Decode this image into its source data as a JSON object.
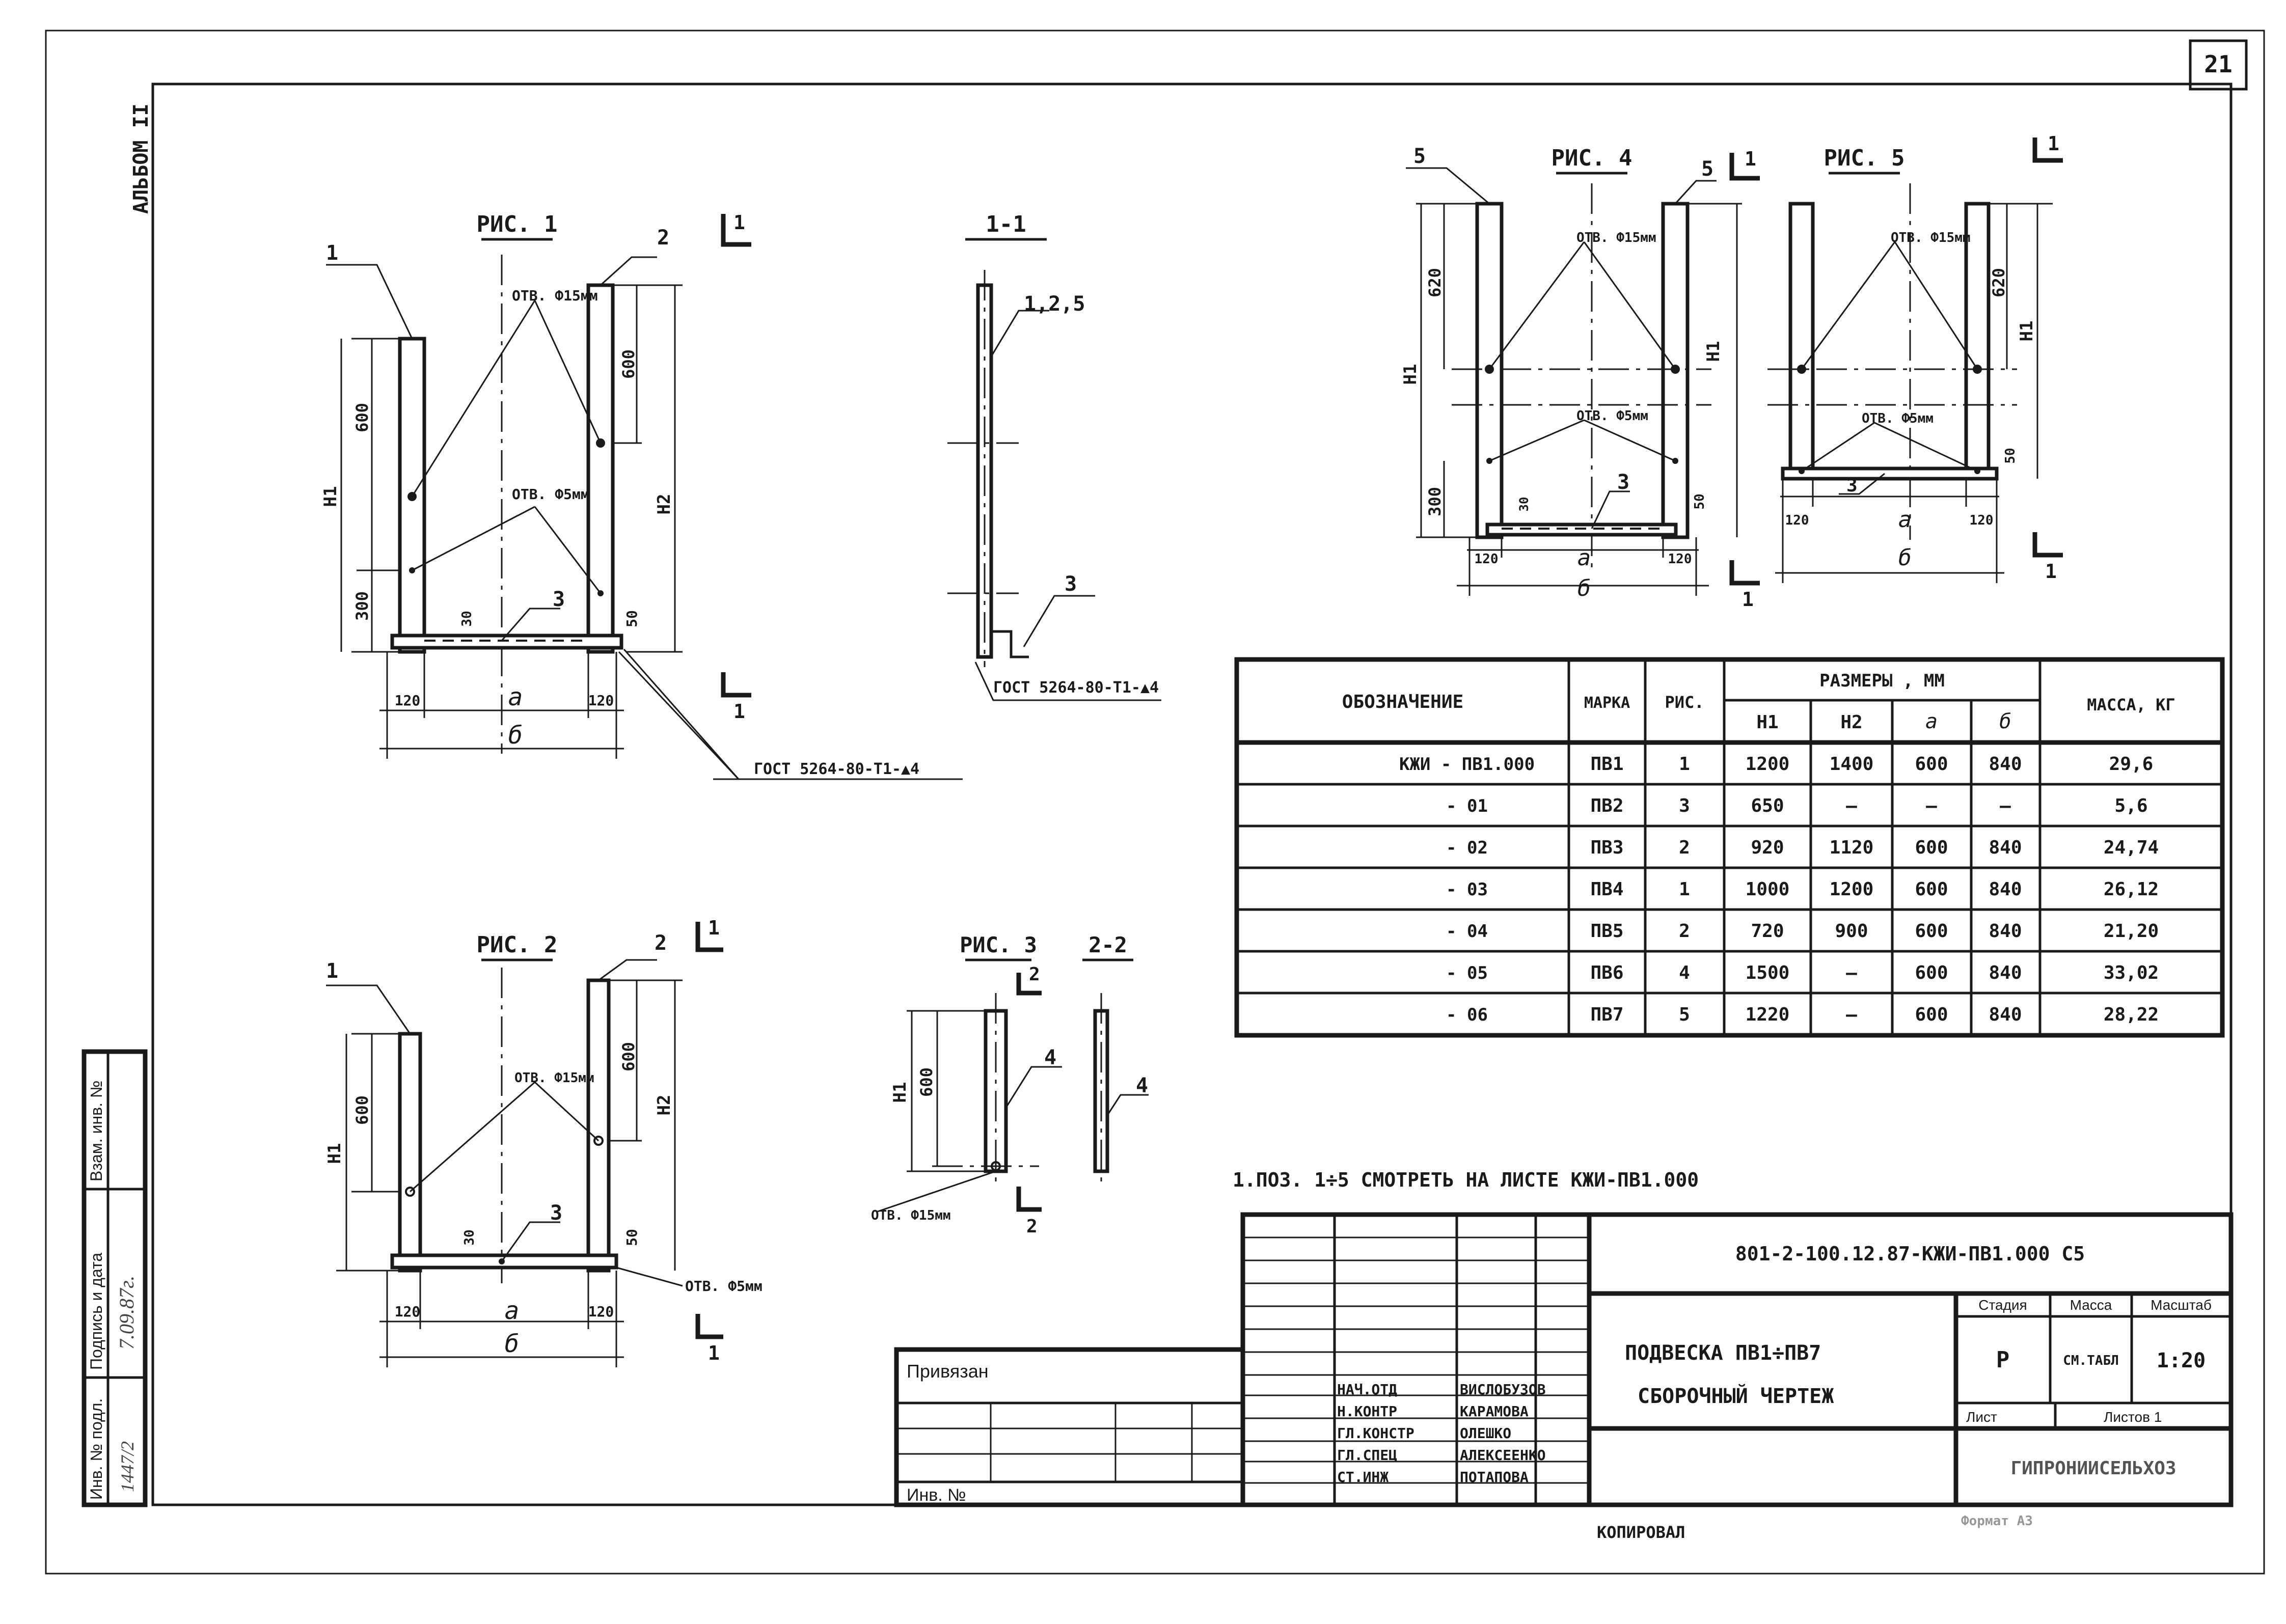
{
  "sheet": {
    "number": "21",
    "album": "АЛЬБОМ II"
  },
  "figures": {
    "fig1": {
      "title": "РИС. 1",
      "pos1": "1",
      "pos2": "2",
      "pos3": "3",
      "hole15": "ОТВ. Ф15мм",
      "hole5": "ОТВ. Ф5мм",
      "d600a": "600",
      "d300": "300",
      "dh1": "Н1",
      "d600b": "600",
      "dh2": "Н2",
      "d30": "30",
      "d50": "50",
      "d120a": "120",
      "d120b": "120",
      "da": "a",
      "db": "б",
      "gost": "ГОСТ 5264-80-Т1-▲4",
      "cut": "1"
    },
    "sec11": {
      "title": "1-1",
      "pos": "1,2,5",
      "pos3": "3",
      "gost": "ГОСТ 5264-80-Т1-▲4"
    },
    "fig2": {
      "title": "РИС. 2",
      "pos1": "1",
      "pos2": "2",
      "pos3": "3",
      "hole15": "ОТВ. Ф15мм",
      "hole5": "ОТВ. Ф5мм",
      "dh1": "Н1",
      "d600a": "600",
      "d600b": "600",
      "dh2": "Н2",
      "d30": "30",
      "d50": "50",
      "d120a": "120",
      "d120b": "120",
      "da": "a",
      "db": "б",
      "cut": "1"
    },
    "fig3": {
      "title": "РИС. 3",
      "sec": "2-2",
      "pos4a": "4",
      "pos4b": "4",
      "dh1": "Н1",
      "d600": "600",
      "hole15": "ОТВ. Ф15мм",
      "cut": "2"
    },
    "fig4": {
      "title": "РИС. 4",
      "pos5a": "5",
      "pos5b": "5",
      "hole15": "ОТВ. Ф15мм",
      "hole5": "ОТВ. Ф5мм",
      "d620": "620",
      "dh1a": "Н1",
      "dh1b": "Н1",
      "d300": "300",
      "d30": "30",
      "d50": "50",
      "pos3": "3",
      "d120a": "120",
      "d120b": "120",
      "da": "a",
      "db": "б",
      "cut": "1"
    },
    "fig5": {
      "title": "РИС. 5",
      "hole15": "ОТВ. Ф15мм",
      "hole5": "ОТВ. Ф5мм",
      "d620": "620",
      "dh1": "Н1",
      "d50": "50",
      "pos3": "3",
      "d120a": "120",
      "d120b": "120",
      "da": "a",
      "db": "б",
      "cut": "1"
    }
  },
  "table": {
    "headers": {
      "designation": "ОБОЗНАЧЕНИЕ",
      "mark": "МАРКА",
      "fig": "РИС.",
      "dims": "РАЗМЕРЫ , ММ",
      "h1": "Н1",
      "h2": "Н2",
      "a": "a",
      "b": "б",
      "mass": "МАССА, КГ"
    },
    "rows": [
      [
        "КЖИ - ПВ1.000",
        "ПВ1",
        "1",
        "1200",
        "1400",
        "600",
        "840",
        "29,6"
      ],
      [
        "- 01",
        "ПВ2",
        "3",
        "650",
        "—",
        "—",
        "—",
        "5,6"
      ],
      [
        "- 02",
        "ПВ3",
        "2",
        "920",
        "1120",
        "600",
        "840",
        "24,74"
      ],
      [
        "- 03",
        "ПВ4",
        "1",
        "1000",
        "1200",
        "600",
        "840",
        "26,12"
      ],
      [
        "- 04",
        "ПВ5",
        "2",
        "720",
        "900",
        "600",
        "840",
        "21,20"
      ],
      [
        "- 05",
        "ПВ6",
        "4",
        "1500",
        "—",
        "600",
        "840",
        "33,02"
      ],
      [
        "- 06",
        "ПВ7",
        "5",
        "1220",
        "—",
        "600",
        "840",
        "28,22"
      ]
    ]
  },
  "note": "1.ПОЗ. 1÷5 СМОТРЕТЬ НА ЛИСТЕ КЖИ-ПВ1.000",
  "title_block": {
    "code": "801-2-100.12.87-КЖИ-ПВ1.000 С5",
    "name1": "ПОДВЕСКА ПВ1÷ПВ7",
    "name2": "СБОРОЧНЫЙ ЧЕРТЕЖ",
    "stage_label": "Стадия",
    "mass_label": "Масса",
    "scale_label": "Масштаб",
    "stage": "Р",
    "mass": "СМ.ТАБЛ",
    "scale": "1:20",
    "sheet_label": "Лист",
    "sheets_label": "Листов 1",
    "org": "ГИПРОНИИСЕЛЬХОЗ",
    "roles": [
      "НАЧ.ОТД",
      "Н.КОНТР",
      "ГЛ.КОНСТР",
      "ГЛ.СПЕЦ",
      "СТ.ИНЖ"
    ],
    "names": [
      "ВИСЛОБУЗОВ",
      "КАРАМОВА",
      "ОЛЕШКО",
      "АЛЕКСЕЕНКО",
      "ПОТАПОВА"
    ],
    "bound": "Привязан",
    "inv": "Инв. №",
    "copied": "КОПИРОВАЛ",
    "format": "Формат А3"
  },
  "side_stamp": {
    "inv_podl": "Инв. № подл.",
    "sign_date": "Подпись и дата",
    "vzam": "Взам. инв. №",
    "inv_val": "1447/2",
    "sign_val": "7.09.87г."
  }
}
